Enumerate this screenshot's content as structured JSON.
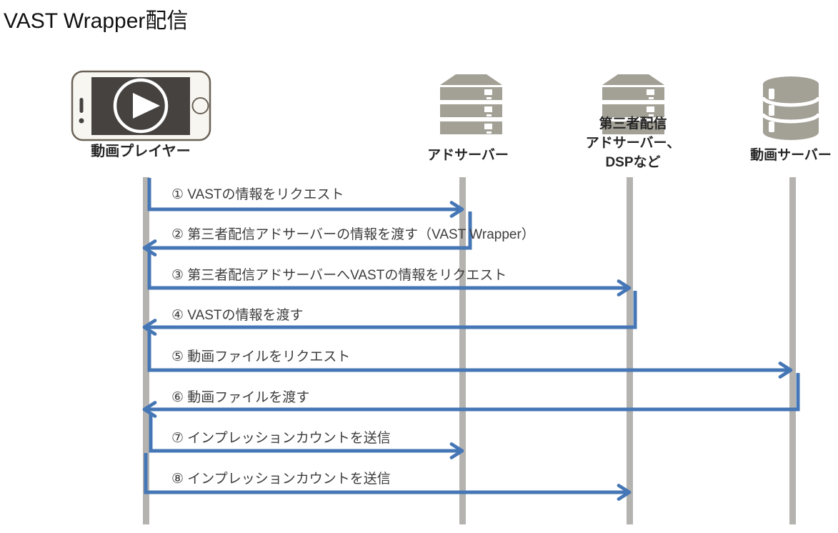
{
  "title": "VAST Wrapper配信",
  "colors": {
    "arrow": "#4576b5",
    "lifeline": "#b5b3b0",
    "icon": "#a3a096",
    "screen": "#454240",
    "phone_body": "#f8f6f1",
    "phone_outline": "#6b6257",
    "text": "#3d3d3d",
    "label": "#262626",
    "title": "#111111",
    "bg": "#ffffff"
  },
  "actors": [
    {
      "id": "video-player",
      "label": "動画プレイヤー",
      "icon": "smartphone-play-icon"
    },
    {
      "id": "ad-server",
      "label": "アドサーバー",
      "icon": "server-stack-icon"
    },
    {
      "id": "third-party-ad-server",
      "label": "第三者配信アドサーバー、DSPなど",
      "label_lines": [
        "第三者配信",
        "アドサーバー、",
        "DSPなど"
      ],
      "icon": "server-stack-icon"
    },
    {
      "id": "video-server",
      "label": "動画サーバー",
      "icon": "database-icon"
    }
  ],
  "messages": [
    {
      "label": "① VASTの情報をリクエスト",
      "from": "video-player",
      "to": "ad-server"
    },
    {
      "label": "② 第三者配信アドサーバーの情報を渡す（VAST Wrapper）",
      "from": "ad-server",
      "to": "video-player"
    },
    {
      "label": "③ 第三者配信アドサーバーへVASTの情報をリクエスト",
      "from": "video-player",
      "to": "third-party-ad-server"
    },
    {
      "label": "④ VASTの情報を渡す",
      "from": "third-party-ad-server",
      "to": "video-player"
    },
    {
      "label": "⑤ 動画ファイルをリクエスト",
      "from": "video-player",
      "to": "video-server"
    },
    {
      "label": "⑥ 動画ファイルを渡す",
      "from": "video-server",
      "to": "video-player"
    },
    {
      "label": "⑦ インプレッションカウントを送信",
      "from": "video-player",
      "to": "ad-server"
    },
    {
      "label": "⑧ インプレッションカウントを送信",
      "from": "video-player",
      "to": "third-party-ad-server"
    }
  ]
}
